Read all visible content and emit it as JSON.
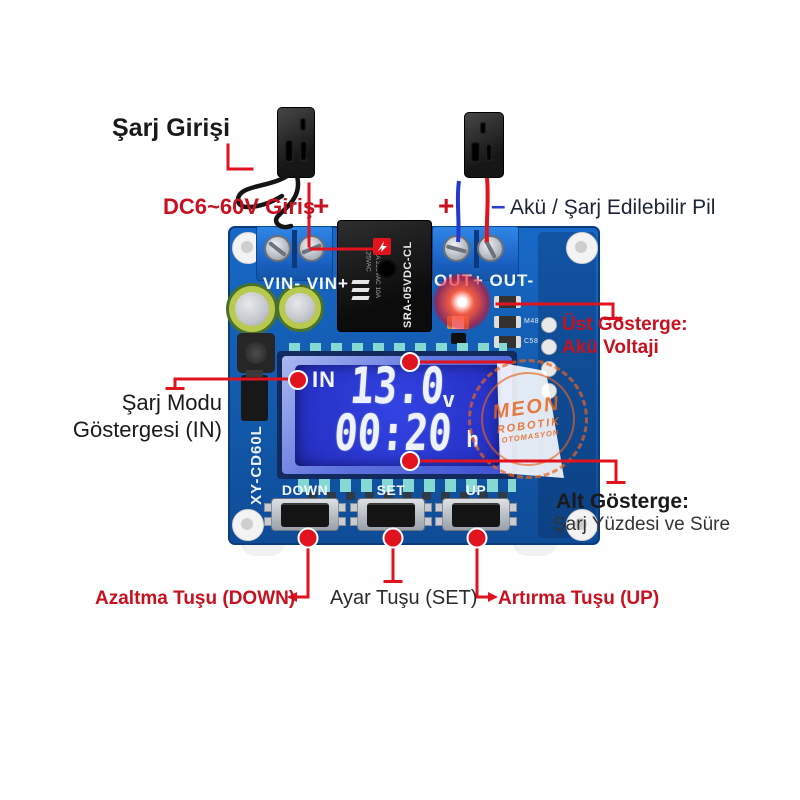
{
  "annotations": {
    "charge_input_label": "Şarj Girişi",
    "dc_input_label": "DC6~60V Giriş",
    "plus_symbol": "+",
    "minus_symbol": "–",
    "battery_label": "Akü / Şarj Edilebilir Pil",
    "top_display_line1": "Üst Gösterge:",
    "top_display_line2": "Akü Voltaji",
    "charge_mode_line1": "Şarj Modu",
    "charge_mode_line2": "Göstergesi (IN)",
    "bottom_display_line1": "Alt Gösterge:",
    "bottom_display_line2": "Şarj Yüzdesi ve Süre",
    "down_button_label": "Azaltma Tuşu (DOWN)",
    "set_button_label": "Ayar Tuşu (SET)",
    "up_button_label": "Artırma Tuşu (UP)"
  },
  "board": {
    "model": "XY-CD60L",
    "silk_vin": "VIN- VIN+",
    "silk_out": "OUT+ OUT-",
    "relay_part": "SRA-05VDC-CL",
    "relay_rating1": "10A 250VAC",
    "relay_rating2": "10A 125VAC",
    "buttons": [
      {
        "label": "DOWN"
      },
      {
        "label": "SET"
      },
      {
        "label": "UP"
      }
    ],
    "lcd": {
      "mode_indicator": "IN",
      "voltage": "13.0",
      "voltage_unit": "v",
      "time": "00:20",
      "time_unit": "h"
    },
    "component_codes": {
      "c1": "M48",
      "c2": "C58"
    }
  },
  "watermark": {
    "line1": "MEON",
    "line2": "ROBOTIK",
    "line3": "OTOMASYON"
  },
  "colors": {
    "annotation_red": "#e0131f",
    "text_red": "#c9101f",
    "pcb_blue": "#135aac",
    "lcd_blue": "#2733c8",
    "wire_blue": "#2438cf",
    "watermark_orange": "#e8641f"
  }
}
